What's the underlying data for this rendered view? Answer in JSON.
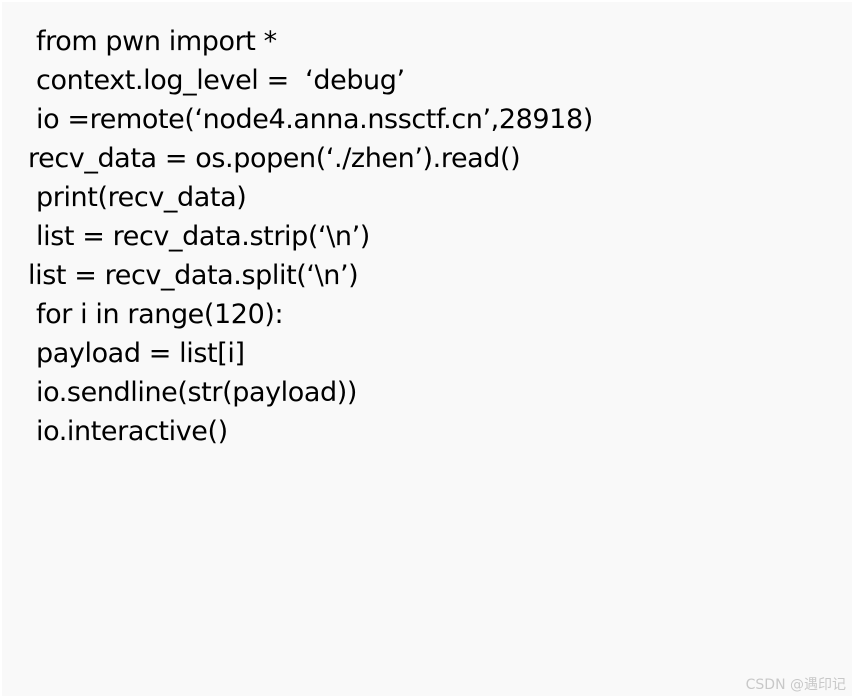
{
  "code_lines": [
    "from pwn import *",
    "context.log_level =  ‘debug’",
    "io =remote(‘node4.anna.nssctf.cn’,28918)",
    "recv_data = os.popen(‘./zhen’).read()",
    "print(recv_data)",
    "list = recv_data.strip(‘\\n’)",
    "list = recv_data.split(‘\\n’)",
    "for i in range(120):",
    "payload = list[i]",
    "io.sendline(str(payload))",
    "io.interactive()"
  ],
  "watermark": "CSDN @遇印记"
}
